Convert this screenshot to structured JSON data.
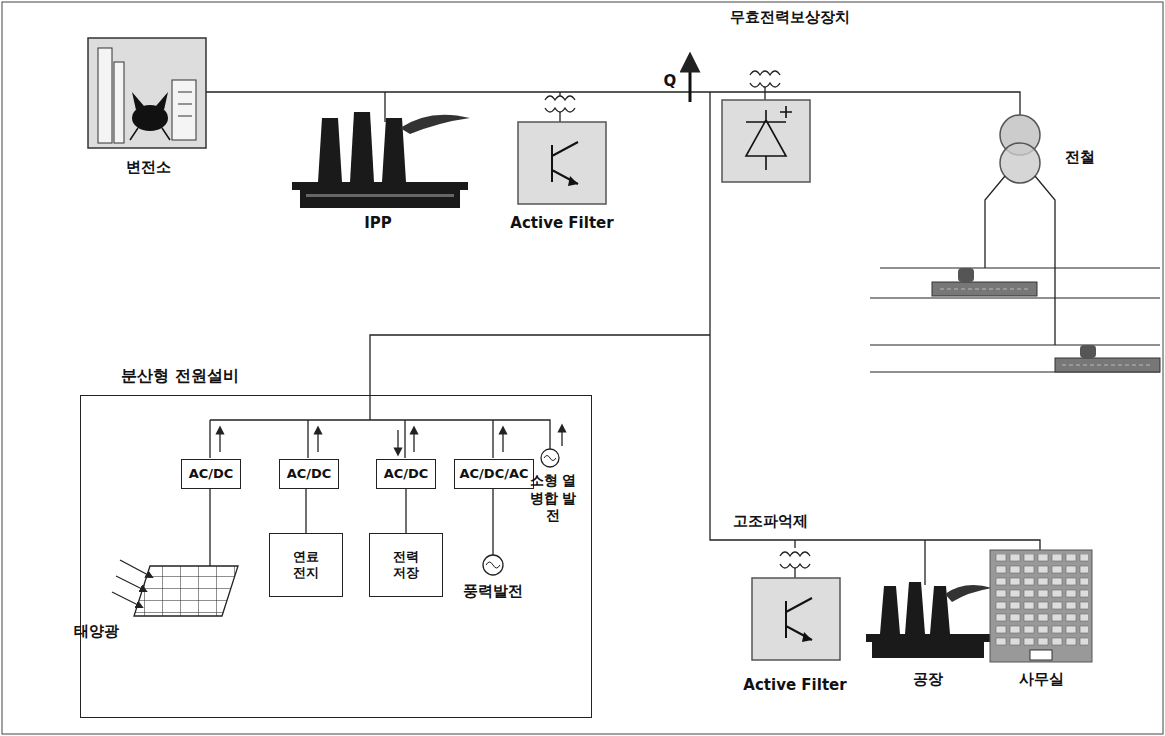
{
  "diagram": {
    "nodes": [
      {
        "text": [
          "분산형 전원설비"
        ]
      },
      {
        "text": [
          "AC/DC"
        ],
        "in": 0
      },
      {
        "text": [
          "AC/DC"
        ],
        "in": 0
      },
      {
        "text": [
          "AC/DC"
        ],
        "in": 0
      },
      {
        "text": [
          "AC/DC/AC"
        ],
        "in": 0
      },
      {
        "text": [
          "연료 전지"
        ],
        "in": 0
      },
      {
        "text": [
          "전력 저장"
        ],
        "in": 0
      }
    ],
    "edges": [
      {
        "from": 2,
        "to": 5,
        "arrow": "none"
      },
      {
        "from": 3,
        "to": 6,
        "arrow": "none"
      }
    ],
    "labels": [
      "변전소",
      "IPP",
      "Active Filter",
      "무효전력보상장치",
      "Q",
      "전철",
      "태양광",
      "풍력발전",
      "소형 열병합 발전",
      "고조파억제",
      "Active Filter",
      "공장",
      "사무실"
    ]
  }
}
